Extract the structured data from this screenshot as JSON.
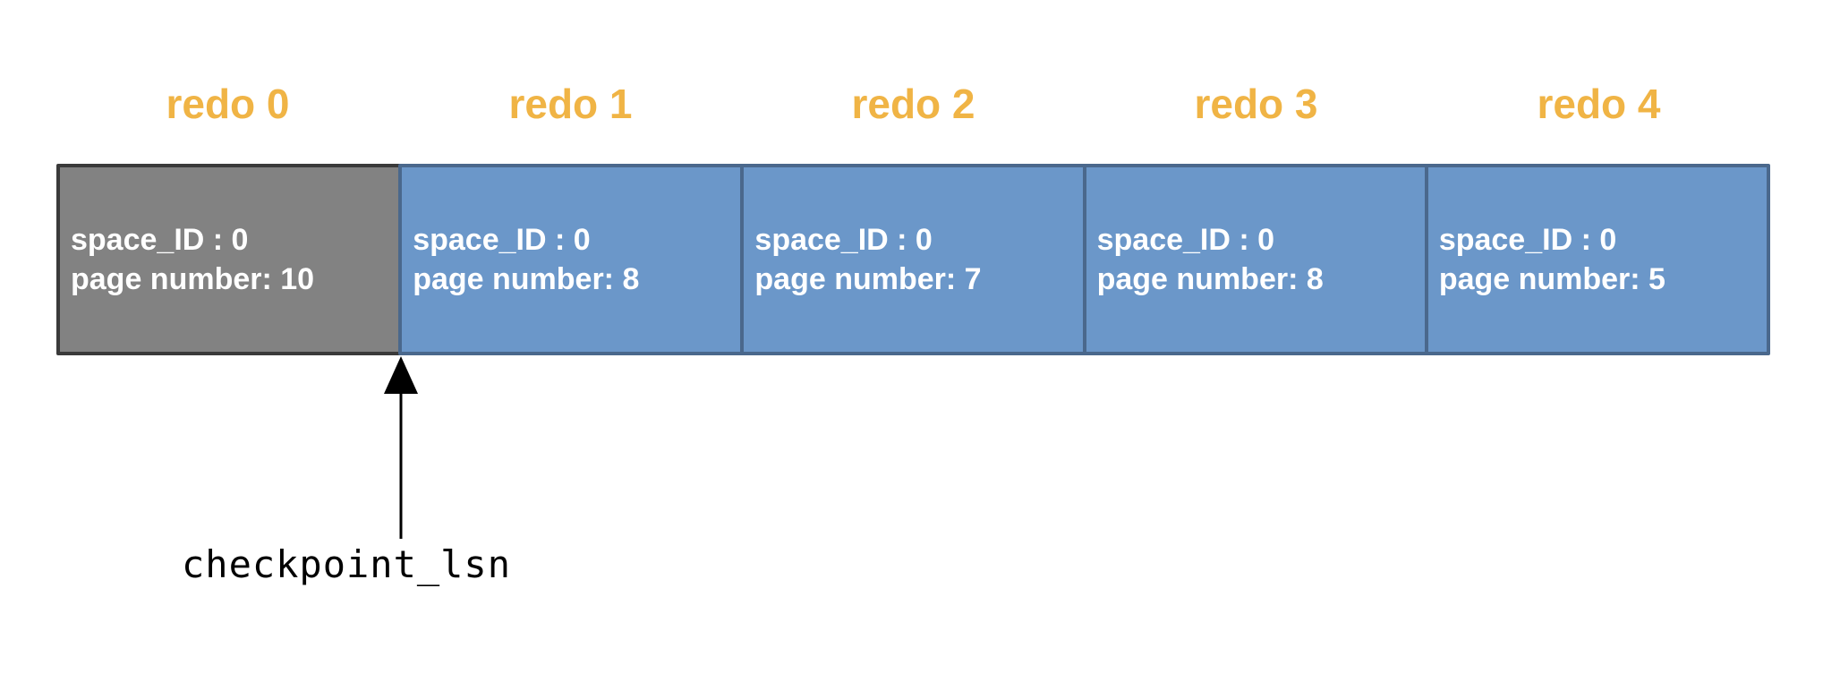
{
  "colors": {
    "label": "#F0B445",
    "gray_fill": "#828282",
    "gray_border": "#3A3A3A",
    "blue_fill": "#6B97C9",
    "blue_border": "#4A688C",
    "block_text": "#FFFFFF",
    "arrow": "#000000"
  },
  "blocks": [
    {
      "label": "redo 0",
      "space_line": "space_ID : 0",
      "page_line": "page number: 10",
      "variant": "gray"
    },
    {
      "label": "redo 1",
      "space_line": "space_ID : 0",
      "page_line": "page number: 8",
      "variant": "blue"
    },
    {
      "label": "redo 2",
      "space_line": "space_ID : 0",
      "page_line": "page number: 7",
      "variant": "blue"
    },
    {
      "label": "redo 3",
      "space_line": "space_ID : 0",
      "page_line": "page number: 8",
      "variant": "blue"
    },
    {
      "label": "redo 4",
      "space_line": "space_ID : 0",
      "page_line": "page number: 5",
      "variant": "blue"
    }
  ],
  "annotation": {
    "label": "checkpoint_lsn"
  }
}
